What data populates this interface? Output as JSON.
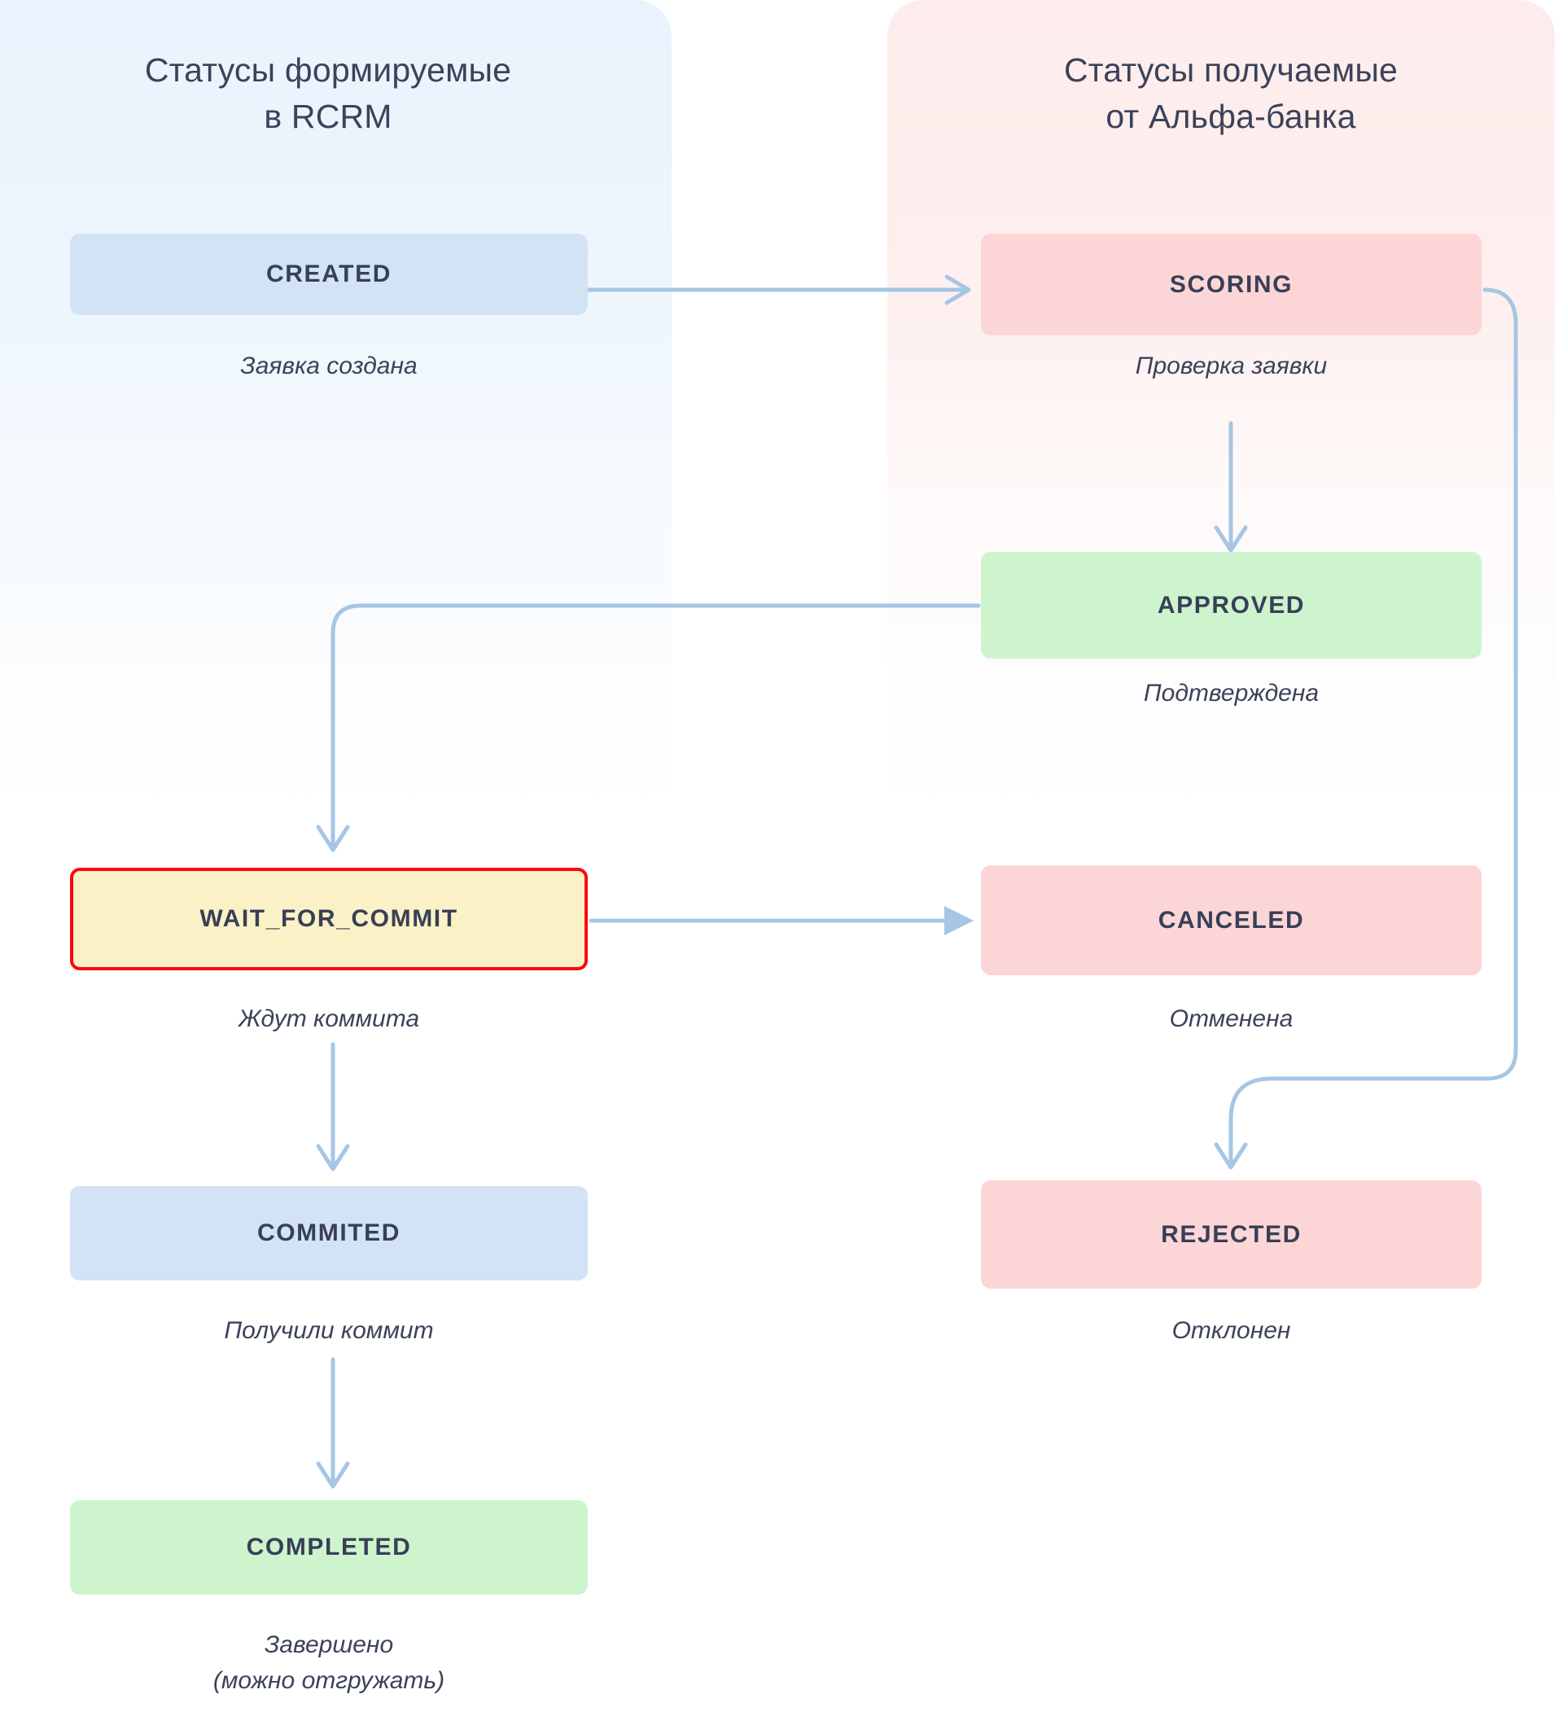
{
  "columns": [
    {
      "id": "rcrm",
      "title": "Статусы формируемые\nв RCRM",
      "accent": "#e8f3fd"
    },
    {
      "id": "alfa",
      "title": "Статусы получаемые\nот Альфа-банка",
      "accent": "#fdeceb"
    }
  ],
  "nodes": [
    {
      "id": "created",
      "label": "CREATED",
      "caption": "Заявка создана",
      "color": "#d2e3f5",
      "column": "rcrm",
      "highlight": false
    },
    {
      "id": "wait_for_commit",
      "label": "WAIT_FOR_COMMIT",
      "caption": "Ждут коммита",
      "color": "#faf2c6",
      "column": "rcrm",
      "highlight": true,
      "highlight_color": "#fb0a0a"
    },
    {
      "id": "commited",
      "label": "COMMITED",
      "caption": "Получили коммит",
      "color": "#d2e3f5",
      "column": "rcrm",
      "highlight": false
    },
    {
      "id": "completed",
      "label": "COMPLETED",
      "caption": "Завершено\n(можно отгружать)",
      "color": "#cdf4cd",
      "column": "rcrm",
      "highlight": false
    },
    {
      "id": "scoring",
      "label": "SCORING",
      "caption": "Проверка заявки",
      "color": "#fcd6d6",
      "column": "alfa",
      "highlight": false
    },
    {
      "id": "approved",
      "label": "APPROVED",
      "caption": "Подтверждена",
      "color": "#cdf4cd",
      "column": "alfa",
      "highlight": false
    },
    {
      "id": "canceled",
      "label": "CANCELED",
      "caption": "Отменена",
      "color": "#fcd6d6",
      "column": "alfa",
      "highlight": false
    },
    {
      "id": "rejected",
      "label": "REJECTED",
      "caption": "Отклонен",
      "color": "#fcd6d6",
      "column": "alfa",
      "highlight": false
    }
  ],
  "edges": [
    {
      "from": "created",
      "to": "scoring"
    },
    {
      "from": "scoring",
      "to": "approved"
    },
    {
      "from": "approved",
      "to": "wait_for_commit"
    },
    {
      "from": "wait_for_commit",
      "to": "canceled"
    },
    {
      "from": "wait_for_commit",
      "to": "commited"
    },
    {
      "from": "commited",
      "to": "completed"
    },
    {
      "from": "scoring",
      "to": "rejected"
    }
  ],
  "edge_color": "#a5c6e4"
}
